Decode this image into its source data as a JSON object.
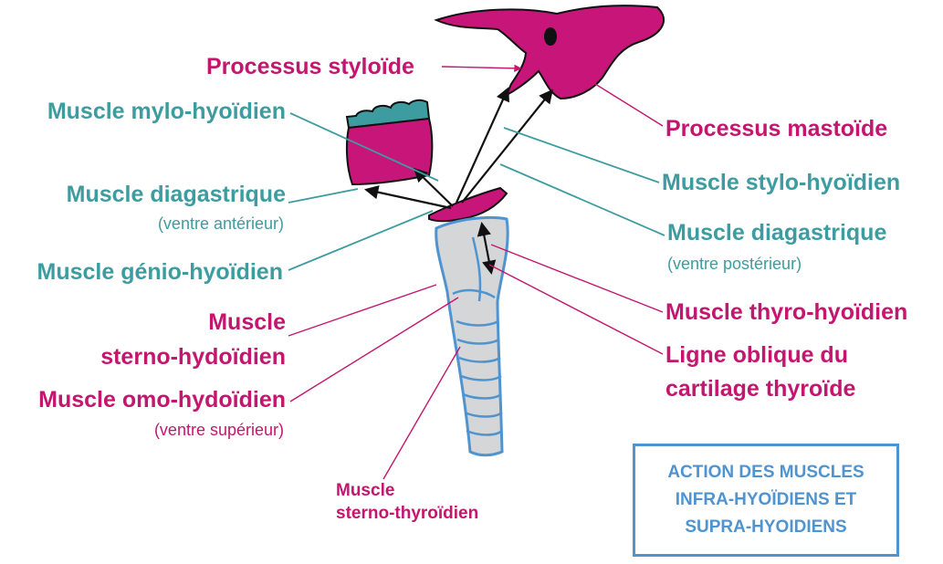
{
  "colors": {
    "pink": "#c2166f",
    "teal": "#3d9c9f",
    "blue": "#4f93cf",
    "bone": "#c8157a",
    "cartilage": "#d4d6d8",
    "arrow": "#111111"
  },
  "labels": {
    "processus_styloide": "Processus styloïde",
    "processus_mastoide": "Processus mastoïde",
    "mylo_hyoidien": "Muscle mylo-hyoïdien",
    "stylo_hyoidien": "Muscle stylo-hyoïdien",
    "diagastrique_ant": "Muscle diagastrique",
    "diagastrique_ant_sub": "(ventre antérieur)",
    "diagastrique_post": "Muscle diagastrique",
    "diagastrique_post_sub": "(ventre postérieur)",
    "genio_hyoidien": "Muscle génio-hyoïdien",
    "sterno_hyoidien_1": "Muscle",
    "sterno_hyoidien_2": "sterno-hydoïdien",
    "thyro_hyoidien": "Muscle thyro-hyoïdien",
    "omo_hyoidien": "Muscle omo-hydoïdien",
    "omo_hyoidien_sub": "(ventre supérieur)",
    "ligne_oblique_1": "Ligne oblique du",
    "ligne_oblique_2": "cartilage thyroïde",
    "sterno_thyroidien_1": "Muscle",
    "sterno_thyroidien_2": "sterno-thyroïdien"
  },
  "title_box": {
    "line1": "ACTION DES MUSCLES",
    "line2": "INFRA-HYOÏDIENS ET",
    "line3": "SUPRA-HYOIDIENS"
  }
}
